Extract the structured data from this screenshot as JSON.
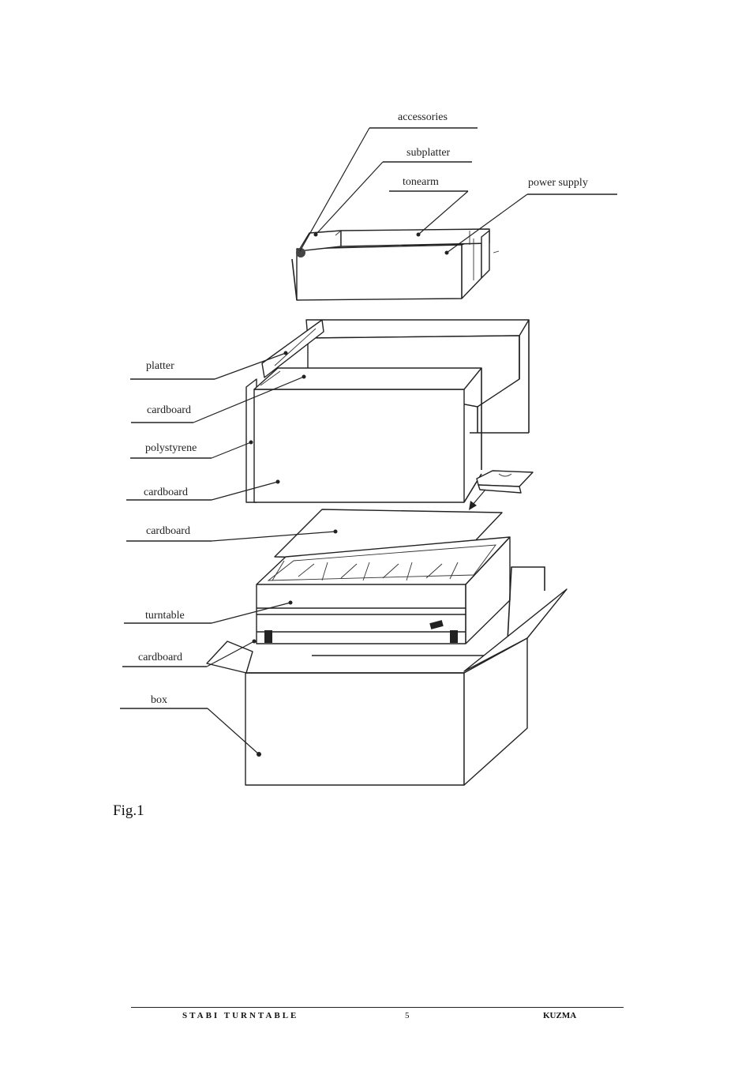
{
  "figure": {
    "labels": {
      "accessories": "accessories",
      "subplatter": "subplatter",
      "tonearm": "tonearm",
      "power_supply": "power supply",
      "platter": "platter",
      "cardboard_1": "cardboard",
      "polystyrene": "polystyrene",
      "cardboard_2": "cardboard",
      "cardboard_3": "cardboard",
      "turntable": "turntable",
      "cardboard_4": "cardboard",
      "box": "box"
    },
    "caption": "Fig.1"
  },
  "footer": {
    "left": "STABI TURNTABLE",
    "page_number": "5",
    "right": "KUZMA"
  }
}
